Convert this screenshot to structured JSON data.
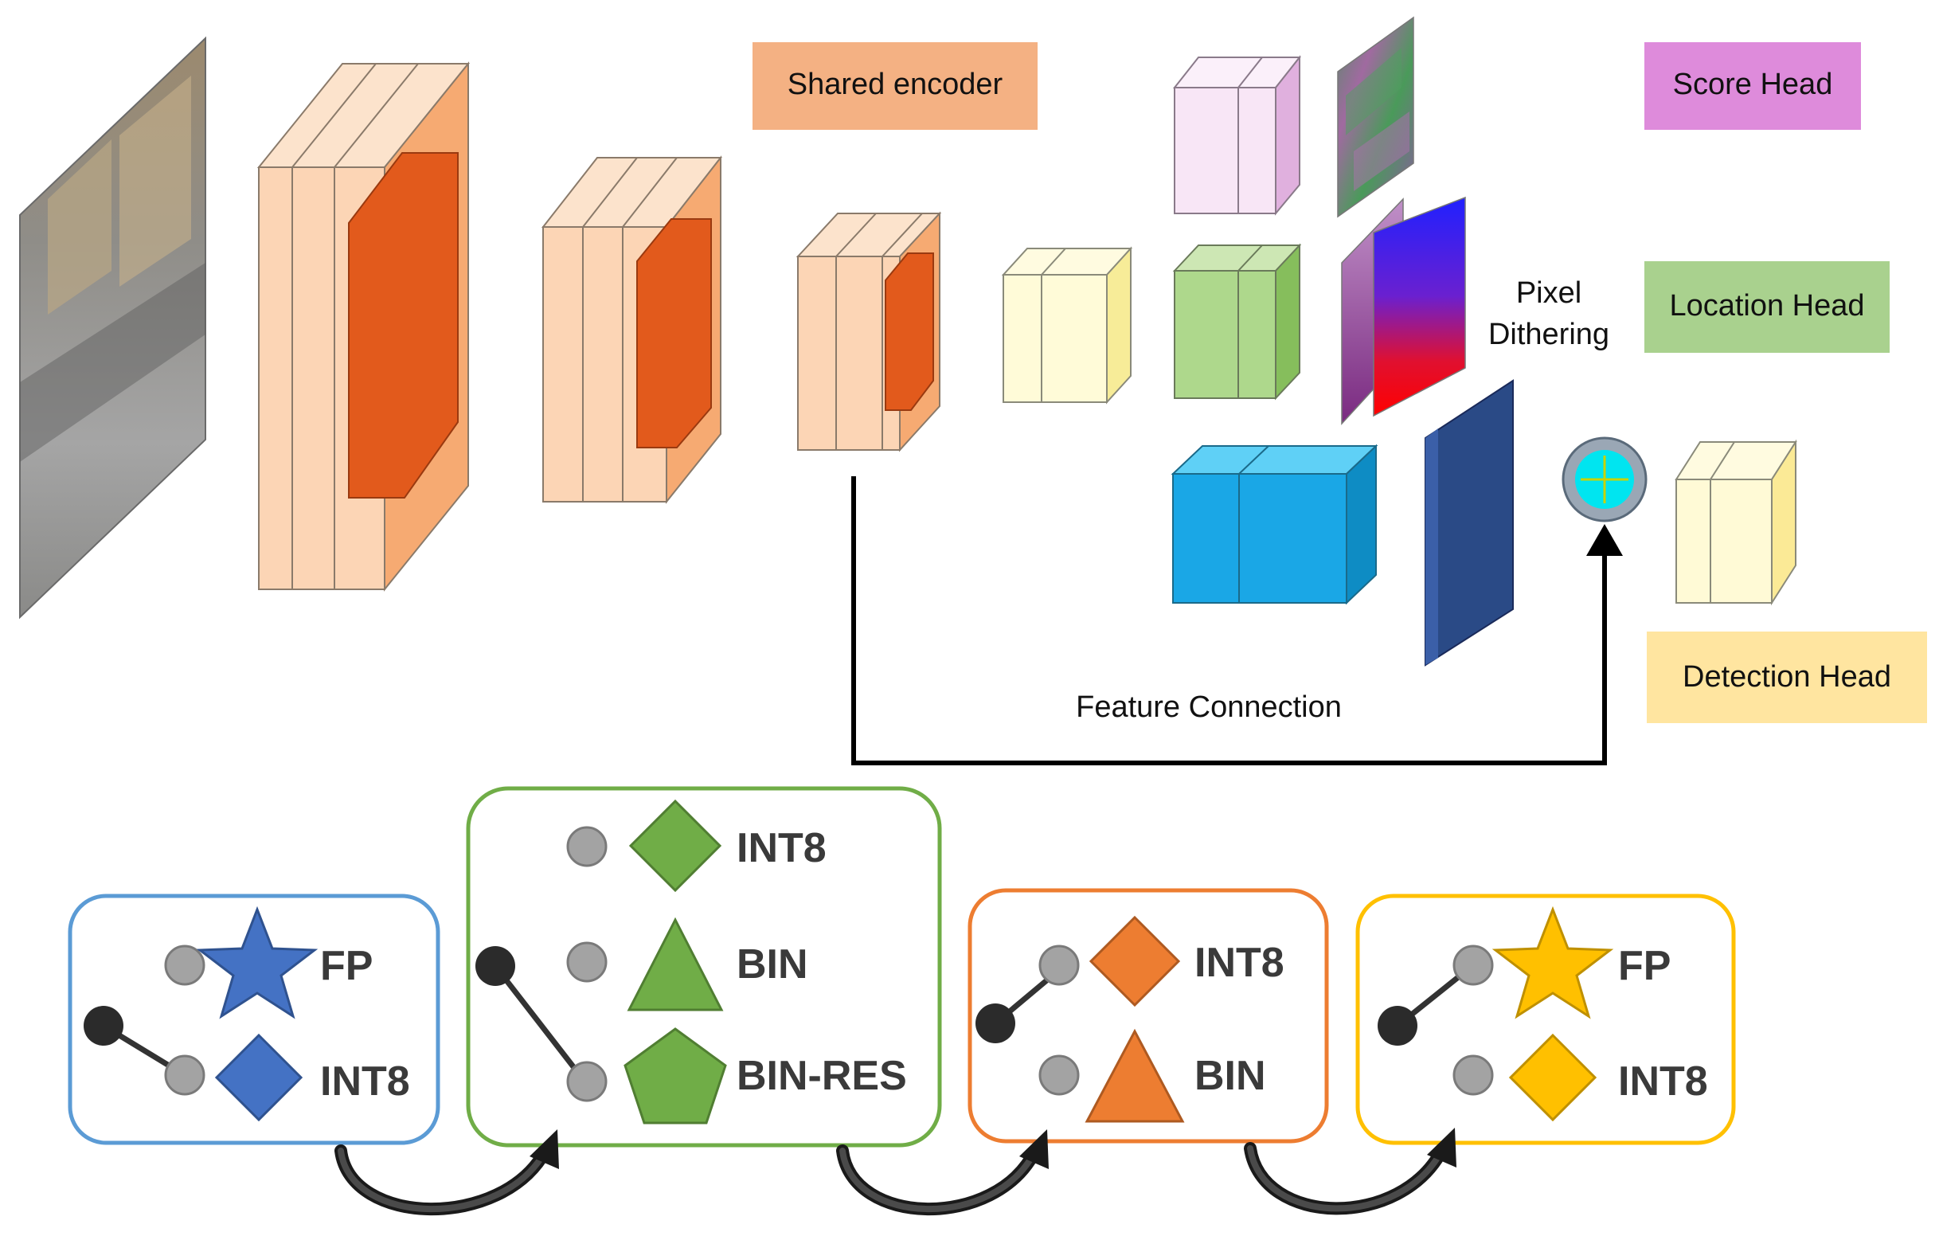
{
  "labels": {
    "shared_encoder": "Shared encoder",
    "score_head": "Score Head",
    "location_head": "Location Head",
    "detection_head": "Detection Head",
    "pixel": "Pixel",
    "dithering": "Dithering",
    "feature_connection": "Feature Connection"
  },
  "precision_groups": [
    {
      "options": [
        "FP",
        "INT8"
      ],
      "color": "#4472C4",
      "border": "#5B9BD5"
    },
    {
      "options": [
        "INT8",
        "BIN",
        "BIN-RES"
      ],
      "color": "#70AD47",
      "border": "#70AD47"
    },
    {
      "options": [
        "INT8",
        "BIN"
      ],
      "color": "#ED7D31",
      "border": "#ED7D31"
    },
    {
      "options": [
        "FP",
        "INT8"
      ],
      "color": "#FFC000",
      "border": "#FFC000"
    }
  ],
  "colors": {
    "encoder_light": "#FCD5B5",
    "encoder_dark": "#E2561B",
    "score": "#E9B8E6",
    "location": "#9ACD6E",
    "detection": "#FFF6C0",
    "detection_label_bg": "#FFE6A0",
    "blue_block": "#1AA7E6",
    "navy_bar": "#2E4A8A"
  }
}
